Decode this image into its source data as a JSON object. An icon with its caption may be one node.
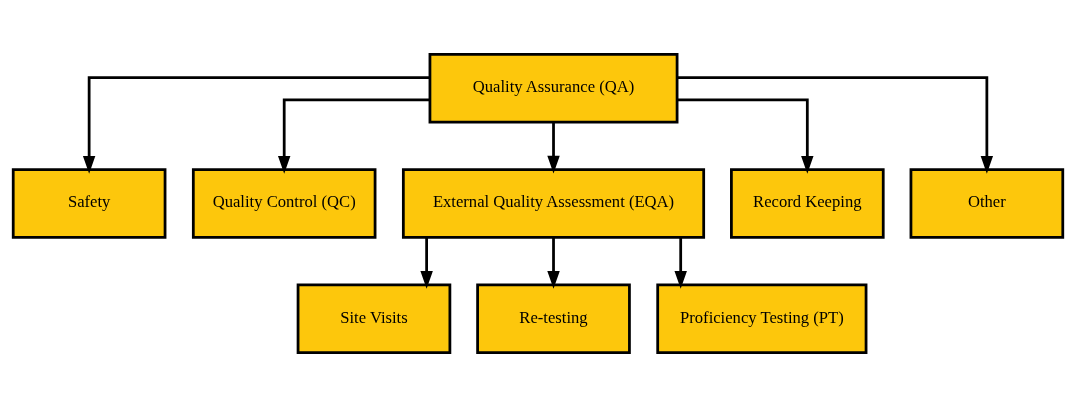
{
  "diagram": {
    "nodes": [
      {
        "text": [
          "Quality Assurance (QA)"
        ]
      },
      {
        "text": [
          "Safety"
        ]
      },
      {
        "text": [
          "Quality Control (QC)"
        ]
      },
      {
        "text": [
          "External Quality Assessment (EQA)"
        ]
      },
      {
        "text": [
          "Record Keeping"
        ]
      },
      {
        "text": [
          "Other"
        ]
      },
      {
        "text": [
          "Site Visits"
        ]
      },
      {
        "text": [
          "Re-testing"
        ]
      },
      {
        "text": [
          "Proficiency Testing (PT)"
        ]
      }
    ],
    "edges": [
      {
        "from": 0,
        "to": 1,
        "arrow": "to"
      },
      {
        "from": 0,
        "to": 2,
        "arrow": "to"
      },
      {
        "from": 0,
        "to": 3,
        "arrow": "to"
      },
      {
        "from": 0,
        "to": 4,
        "arrow": "to"
      },
      {
        "from": 0,
        "to": 5,
        "arrow": "to"
      },
      {
        "from": 3,
        "to": 6,
        "arrow": "to"
      },
      {
        "from": 3,
        "to": 7,
        "arrow": "to"
      },
      {
        "from": 3,
        "to": 8,
        "arrow": "to"
      }
    ]
  }
}
